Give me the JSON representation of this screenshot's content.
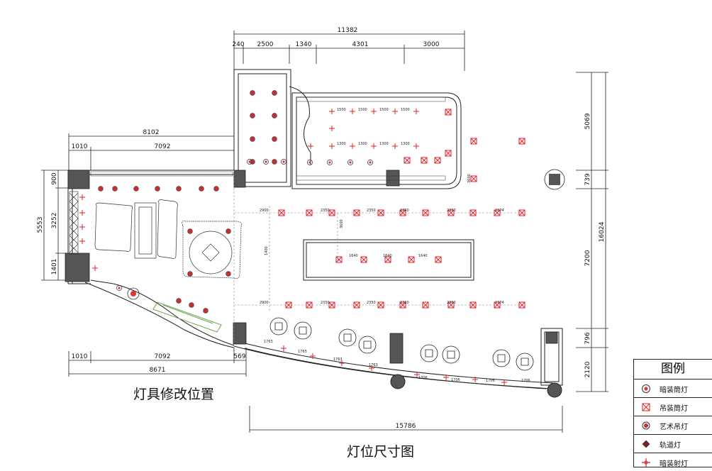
{
  "titles": {
    "plan": "灯位尺寸图",
    "note": "灯具修改位置"
  },
  "legend": {
    "title": "图例",
    "items": [
      {
        "label": "暗装筒灯",
        "icon": "recessed-downlight-icon"
      },
      {
        "label": "吊装筒灯",
        "icon": "pendant-downlight-icon"
      },
      {
        "label": "艺术吊灯",
        "icon": "art-chandelier-icon"
      },
      {
        "label": "轨道灯",
        "icon": "track-light-icon"
      },
      {
        "label": "暗装射灯",
        "icon": "recessed-spotlight-icon"
      }
    ]
  },
  "dimensions": {
    "top_total": "11382",
    "top_segments": [
      "240",
      "2500",
      "1340",
      "4301",
      "3000"
    ],
    "upper_left_total": "8102",
    "upper_left_segments": [
      "1010",
      "7092"
    ],
    "lower_left_segments": [
      "1010",
      "7092",
      "569"
    ],
    "lower_left_total": "8671",
    "bottom_total": "15786",
    "left_total": "5553",
    "left_segments": [
      "900",
      "3252",
      "1401"
    ],
    "right_total": "16024",
    "right_segments": [
      "5069",
      "739",
      "7200",
      "796",
      "2120"
    ]
  },
  "spacing_labels": {
    "row_top": [
      "2900",
      "2350",
      "2350",
      "2350",
      "2350",
      "2374"
    ],
    "row_bottom": [
      "2900",
      "2350",
      "2350",
      "2350",
      "2350",
      "2374"
    ],
    "island": [
      "1640",
      "1640",
      "1640"
    ],
    "upper_room_a": [
      "1500",
      "1500",
      "1500",
      "1500"
    ],
    "upper_room_b": [
      "1300",
      "1300",
      "1300",
      "1300"
    ],
    "curve": [
      "1763",
      "1763",
      "1763",
      "1763",
      "1706",
      "1706",
      "1706",
      "1706"
    ],
    "mid_vertical": [
      "3600",
      "1400",
      "3600"
    ]
  },
  "colors": {
    "line": "#222222",
    "light": "#e0202a",
    "track": "#6aa84f",
    "column": "#555555"
  }
}
